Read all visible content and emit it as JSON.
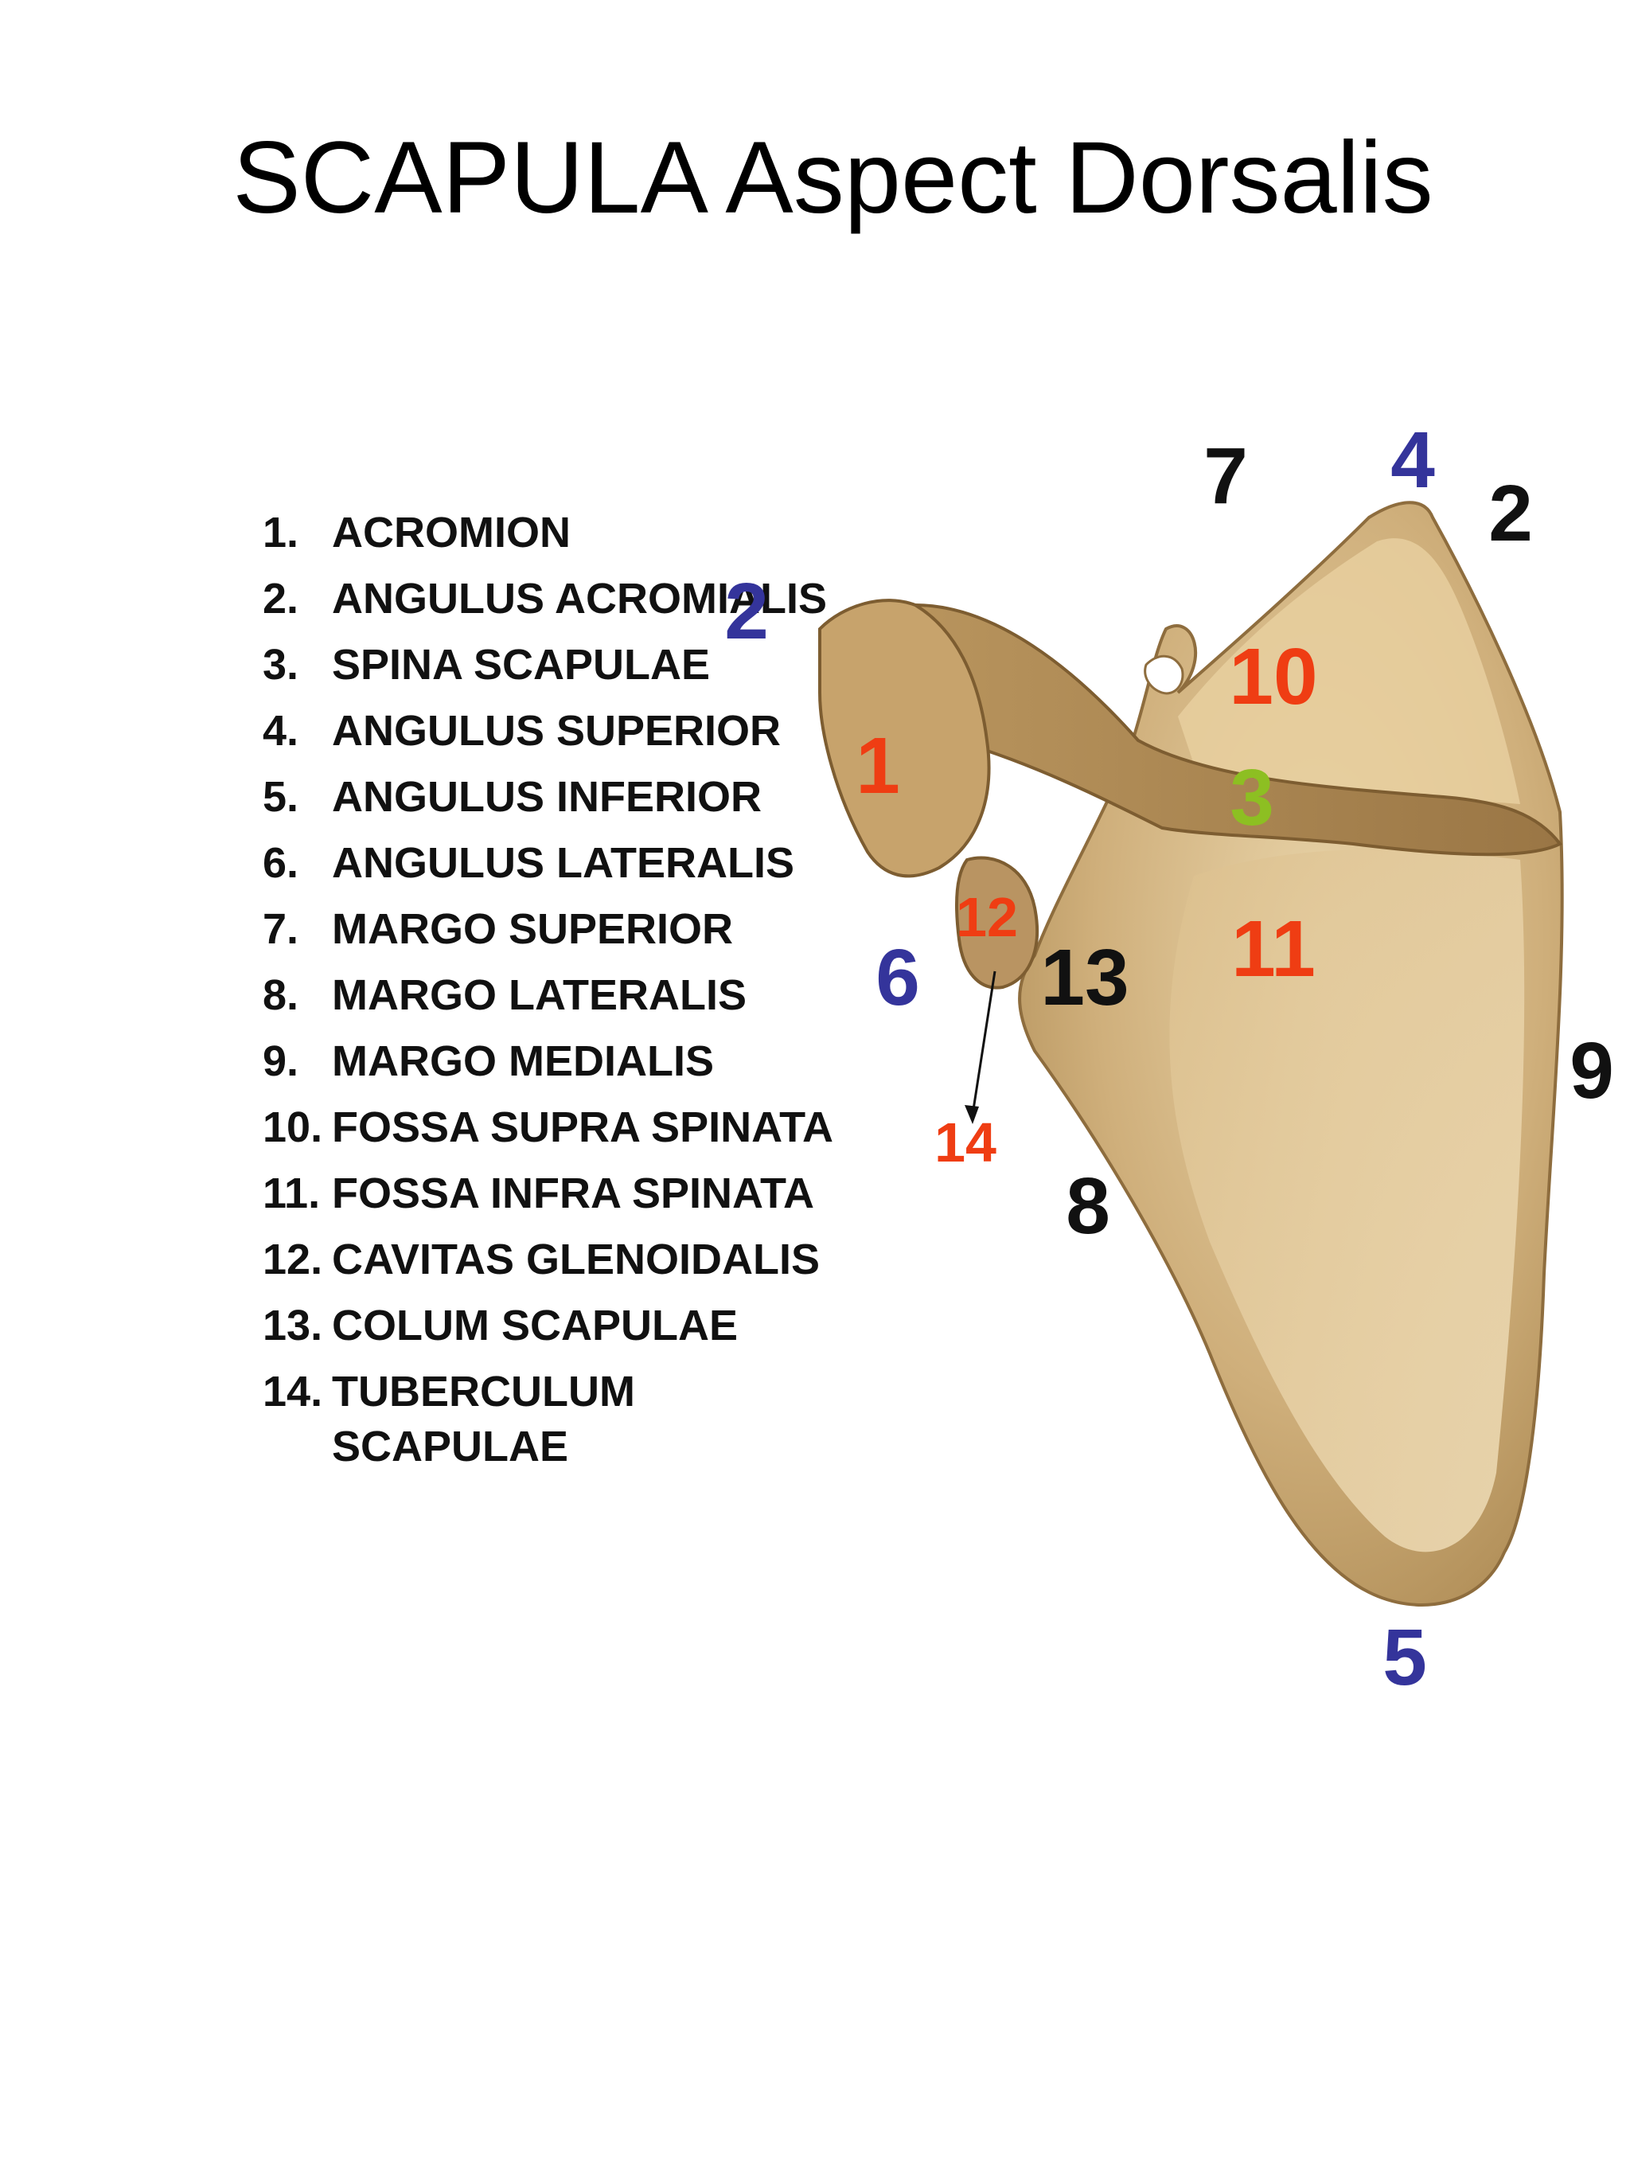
{
  "title": "SCAPULA Aspect Dorsalis",
  "legend": [
    {
      "num": "1.",
      "label": "ACROMION"
    },
    {
      "num": "2.",
      "label": "ANGULUS ACROMIALIS"
    },
    {
      "num": "3.",
      "label": "SPINA SCAPULAE"
    },
    {
      "num": "4.",
      "label": "ANGULUS SUPERIOR"
    },
    {
      "num": "5.",
      "label": "ANGULUS INFERIOR"
    },
    {
      "num": "6.",
      "label": "ANGULUS LATERALIS"
    },
    {
      "num": "7.",
      "label": "MARGO SUPERIOR"
    },
    {
      "num": "8.",
      "label": "MARGO LATERALIS"
    },
    {
      "num": "9.",
      "label": "MARGO MEDIALIS"
    },
    {
      "num": "10.",
      "label": "FOSSA SUPRA SPINATA"
    },
    {
      "num": "11.",
      "label": "FOSSA INFRA SPINATA"
    },
    {
      "num": "12.",
      "label": "CAVITAS GLENOIDALIS"
    },
    {
      "num": "13.",
      "label": "COLUM SCAPULAE"
    },
    {
      "num": "14.",
      "label": "TUBERCULUM SCAPULAE"
    }
  ],
  "callouts": {
    "c7": "7",
    "c4": "4",
    "c2_right": "2",
    "c2_left": "2",
    "c10": "10",
    "c1": "1",
    "c3": "3",
    "c12": "12",
    "c6": "6",
    "c13": "13",
    "c11": "11",
    "c9": "9",
    "c14": "14",
    "c8": "8",
    "c5": "5"
  },
  "colors": {
    "bone": "#c9a873",
    "bone_dark": "#9c7a49",
    "bone_light": "#e6cfa4",
    "blue": "#34349b",
    "red": "#ef3d13",
    "green": "#8dbf22",
    "black": "#111111"
  }
}
